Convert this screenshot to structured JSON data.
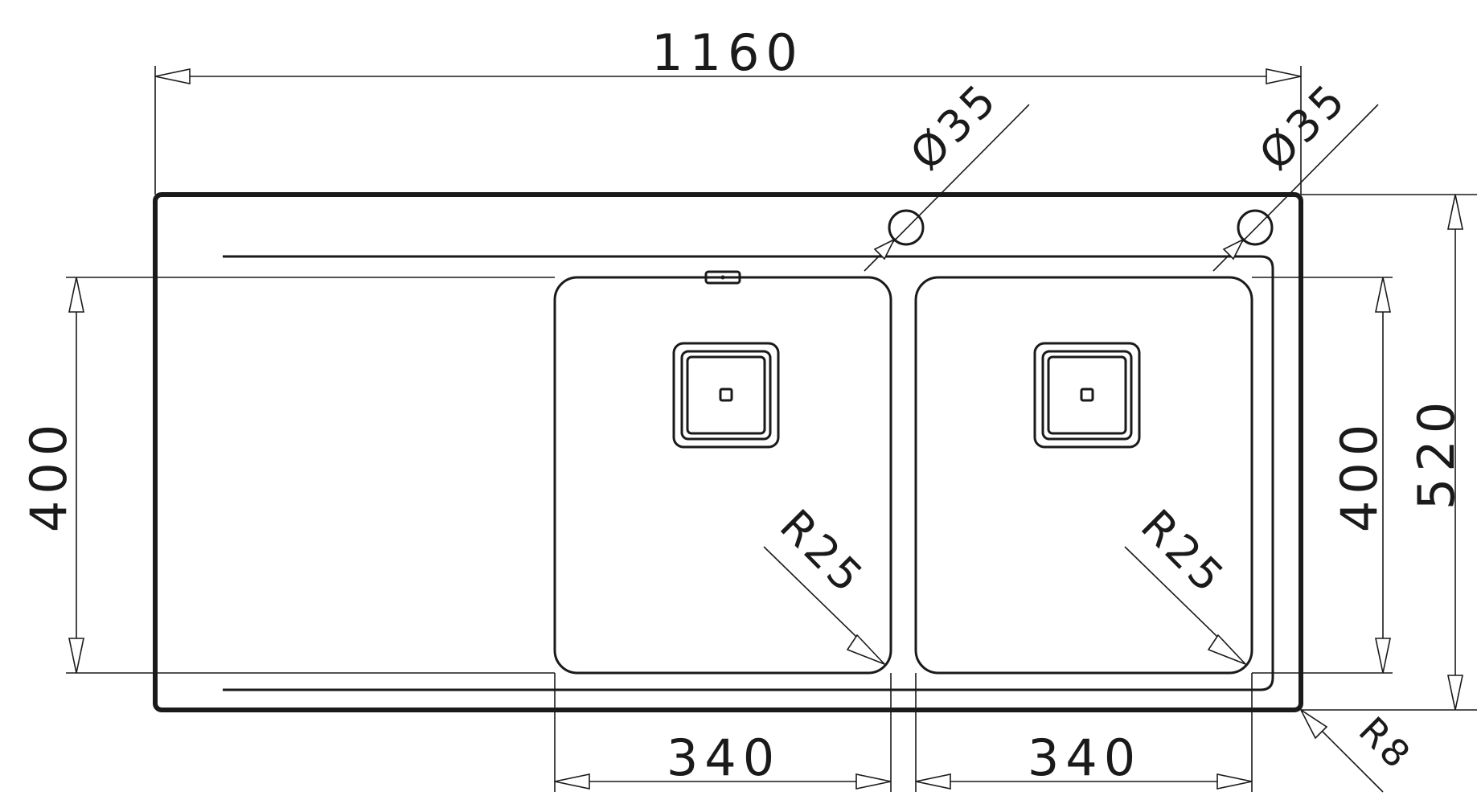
{
  "dimensions": {
    "overall_width": "1160",
    "overall_depth": "520",
    "bowl_depth_left": "400",
    "bowl_depth_right": "400",
    "bowl_width_left": "340",
    "bowl_width_right": "340",
    "tap_hole_left": "Ø35",
    "tap_hole_right": "Ø35",
    "bowl_radius_left": "R25",
    "bowl_radius_right": "R25",
    "corner_radius": "R8"
  }
}
